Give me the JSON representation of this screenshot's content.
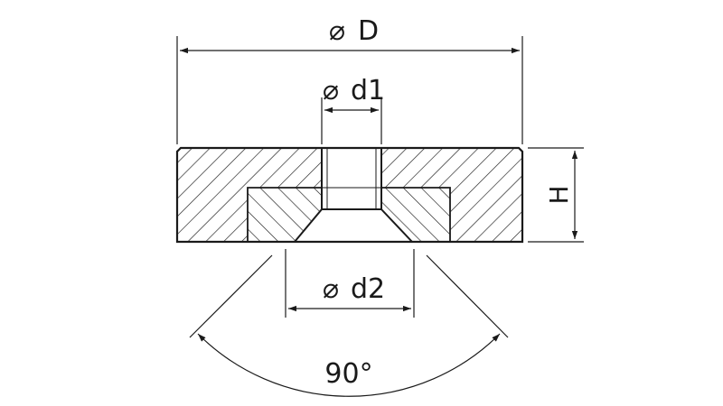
{
  "dimensions": {
    "outer_diameter": {
      "symbol": "⌀",
      "label": "D"
    },
    "hole_diameter": {
      "symbol": "⌀",
      "label": "d1"
    },
    "countersink_diameter": {
      "symbol": "⌀",
      "label": "d2"
    },
    "height": {
      "label": "H"
    },
    "countersink_angle": {
      "label": "90°"
    }
  },
  "colors": {
    "line": "#1a1a1a",
    "background": "#ffffff"
  }
}
